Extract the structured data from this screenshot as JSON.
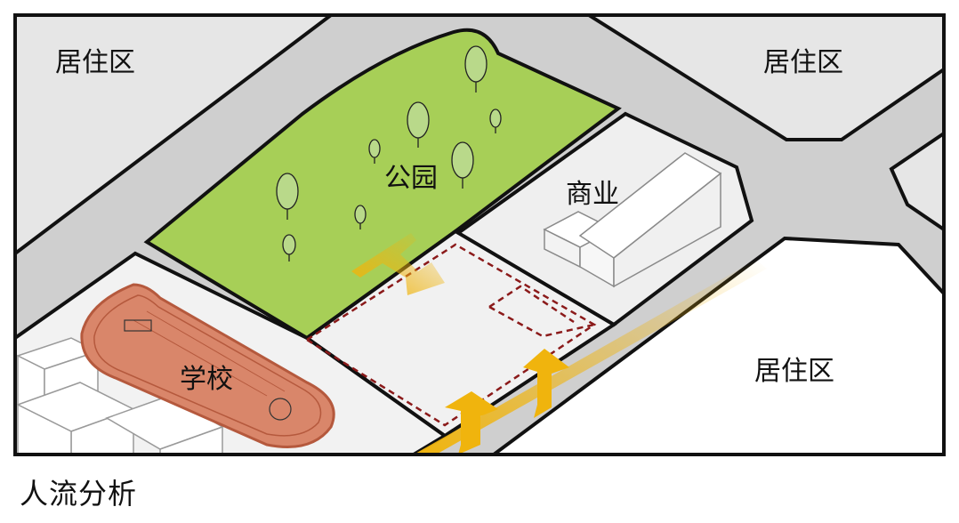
{
  "map": {
    "labels": {
      "residential_top_left": "居住区",
      "residential_top_right": "居住区",
      "residential_bottom_right": "居住区",
      "park": "公园",
      "commercial": "商业",
      "school": "学校"
    },
    "colors": {
      "residential": "#e6e6e6",
      "road": "#cfcfcf",
      "park": "#a7cf57",
      "commercial": "#efefef",
      "school_ground": "#f2f2f2",
      "track": "#d9866a",
      "site": "#f1f1f1",
      "site_outline": "#8b1a1a",
      "flow_arrow": "#f0b40d",
      "block_border": "#111111"
    }
  },
  "caption": "人流分析"
}
